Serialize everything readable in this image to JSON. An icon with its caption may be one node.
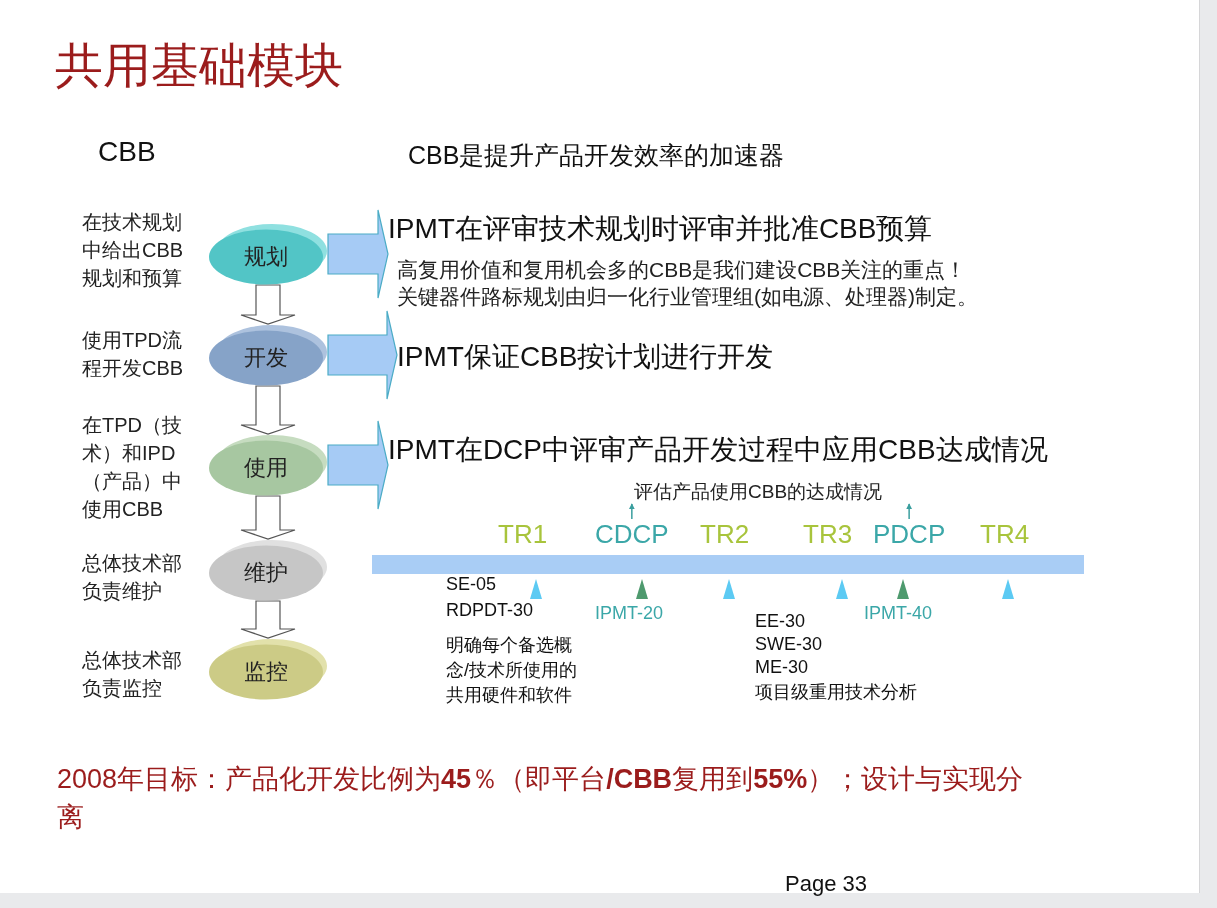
{
  "diagram": {
    "title": "共用基础模块",
    "nodes": [
      {
        "text": [
          "规划"
        ],
        "beside": [
          "在技术规划中给出CBB规划和预算"
        ]
      },
      {
        "text": [
          "开发"
        ],
        "beside": [
          "使用TPD流程开发CBB"
        ]
      },
      {
        "text": [
          "使用"
        ],
        "beside": [
          "在TPD（技术）和IPD（产品）中使用CBB"
        ]
      },
      {
        "text": [
          "维护"
        ],
        "beside": [
          "总体技术部负责维护"
        ]
      },
      {
        "text": [
          "监控"
        ],
        "beside": [
          "总体技术部负责监控"
        ]
      },
      {
        "text": [
          "IPMT在评审技术规划时评审并批准CBB预算",
          "高复用价值和复用机会多的CBB是我们建设CBB关注的重点！",
          "关键器件路标规划由归一化行业管理组(如电源、处理器)制定。"
        ]
      },
      {
        "text": [
          "IPMT保证CBB按计划进行开发"
        ]
      },
      {
        "text": [
          "IPMT在DCP中评审产品开发过程中应用CBB达成情况"
        ]
      },
      {
        "text": [
          "评估产品使用CBB的达成情况"
        ]
      },
      {
        "text": [
          "CDCP"
        ]
      },
      {
        "text": [
          "PDCP"
        ]
      }
    ],
    "edges": [
      {
        "from": 0,
        "to": 1,
        "arrow": "to",
        "style": "thick"
      },
      {
        "from": 1,
        "to": 2,
        "arrow": "to",
        "style": "thick"
      },
      {
        "from": 2,
        "to": 3,
        "arrow": "to",
        "style": "thick"
      },
      {
        "from": 3,
        "to": 4,
        "arrow": "to",
        "style": "thick"
      },
      {
        "from": 0,
        "to": 5,
        "arrow": "to",
        "style": "thick",
        "color": "#a6cbf5"
      },
      {
        "from": 1,
        "to": 6,
        "arrow": "to",
        "style": "thick",
        "color": "#a6cbf5"
      },
      {
        "from": 2,
        "to": 7,
        "arrow": "to",
        "style": "thick",
        "color": "#a6cbf5"
      },
      {
        "from": 9,
        "to": 8,
        "arrow": "to",
        "color": "#3a9e9e"
      },
      {
        "from": 10,
        "to": 8,
        "arrow": "to",
        "color": "#3a9e9e"
      }
    ],
    "labels": [
      "CBB",
      "CBB是提升产品开发效率的加速器",
      "TR1",
      "TR2",
      "TR3",
      "TR4",
      "SE-05",
      "RDPDT-30",
      "明确每个备选概念/技术所使用的共用硬件和软件",
      "IPMT-20",
      "EE-30",
      "SWE-30",
      "ME-30",
      "项目级重用技术分析",
      "IPMT-40",
      "2008年目标：产品化开发比例为**45**％（即平台**/CBB**复用到**55%**）；设计与实现分离",
      "Page 33"
    ]
  }
}
